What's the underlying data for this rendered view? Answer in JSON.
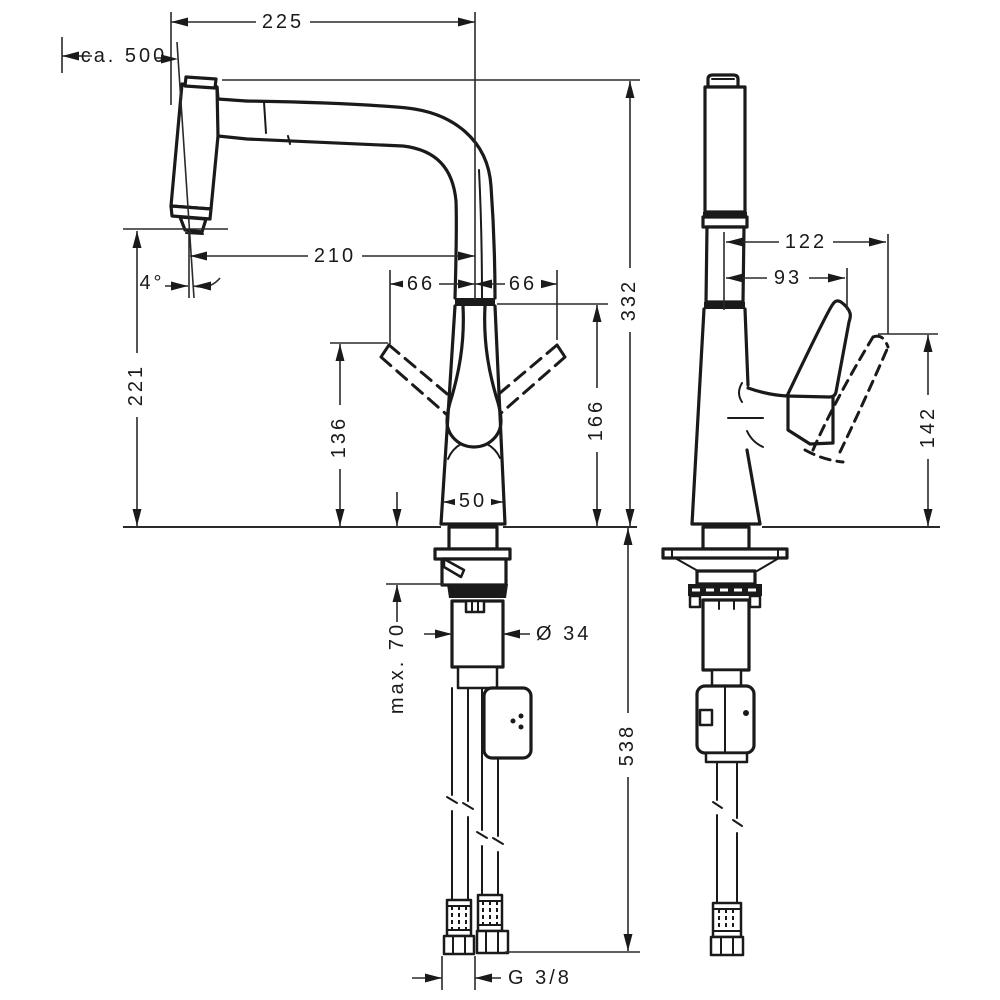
{
  "drawing": {
    "type": "faucet-installation-dimensional-drawing",
    "line_color": "#1a1a1a",
    "background": "#ffffff",
    "dimensions": {
      "top_width": "225",
      "pullout_hose_length": "ca. 500",
      "spout_reach": "210",
      "spray_angle": "4°",
      "handle_swing_left": "66",
      "handle_swing_right": "66",
      "total_height": "332",
      "outlet_height": "221",
      "handle_tip_height_front": "136",
      "spout_joint_height": "166",
      "base_width": "50",
      "side_reach_max": "122",
      "side_reach_lever": "93",
      "handle_height_side": "142",
      "max_counter_thickness": "max. 70",
      "shank_diameter": "Ø 34",
      "below_counter_length": "538",
      "connection_thread": "G 3/8"
    }
  }
}
